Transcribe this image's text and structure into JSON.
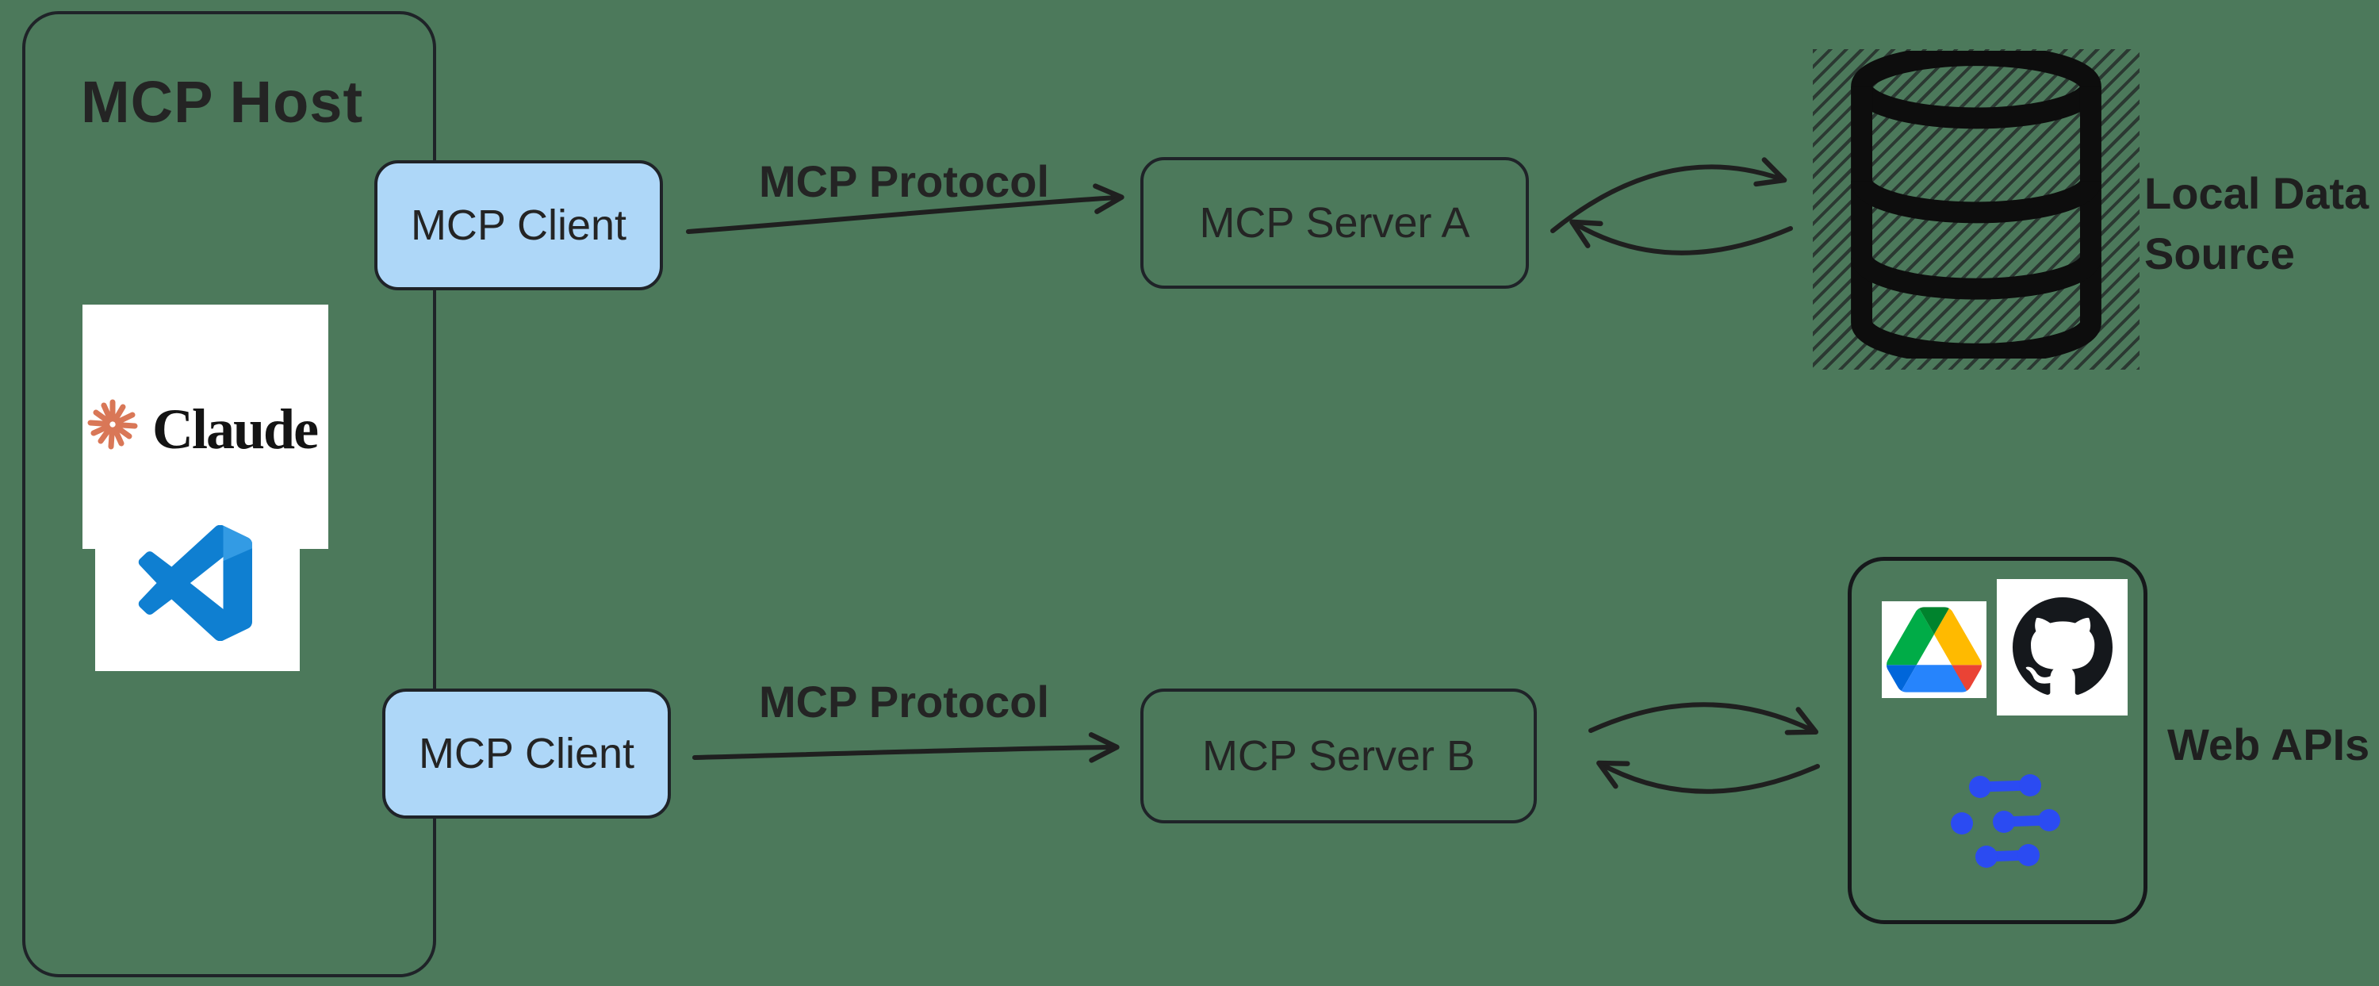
{
  "background_color": "#4c795b",
  "style": {
    "line_color": "#1f1f1f",
    "text_color": "#242424",
    "client_fill": "#aed7f8",
    "box_border": "#1f2328"
  },
  "host": {
    "title": "MCP Host"
  },
  "clients": [
    {
      "label": "MCP Client"
    },
    {
      "label": "MCP Client"
    }
  ],
  "protocols": [
    {
      "label": "MCP Protocol"
    },
    {
      "label": "MCP Protocol"
    }
  ],
  "servers": [
    {
      "label": "MCP Server A"
    },
    {
      "label": "MCP Server B"
    }
  ],
  "endpoints": {
    "local_data": {
      "label": "Local Data Source",
      "icon": "database-icon"
    },
    "web_apis": {
      "label": "Web APIs",
      "icons": [
        "google-drive-icon",
        "github-icon",
        "connected-dots-icon"
      ]
    }
  },
  "logos": {
    "claude": {
      "wordmark": "Claude",
      "spark_color": "#d97757"
    },
    "vscode": {
      "color": "#0f7fd1"
    },
    "github": {
      "color": "#15181c"
    },
    "google_drive": {
      "blue": "#0066da",
      "green": "#00ac47",
      "red": "#ea4335",
      "dark_green": "#00832d",
      "light_blue": "#2684fc",
      "yellow": "#ffba00"
    },
    "connected_dots": {
      "color": "#2b4bf2"
    },
    "database": {
      "color": "#0d0d0d"
    }
  }
}
